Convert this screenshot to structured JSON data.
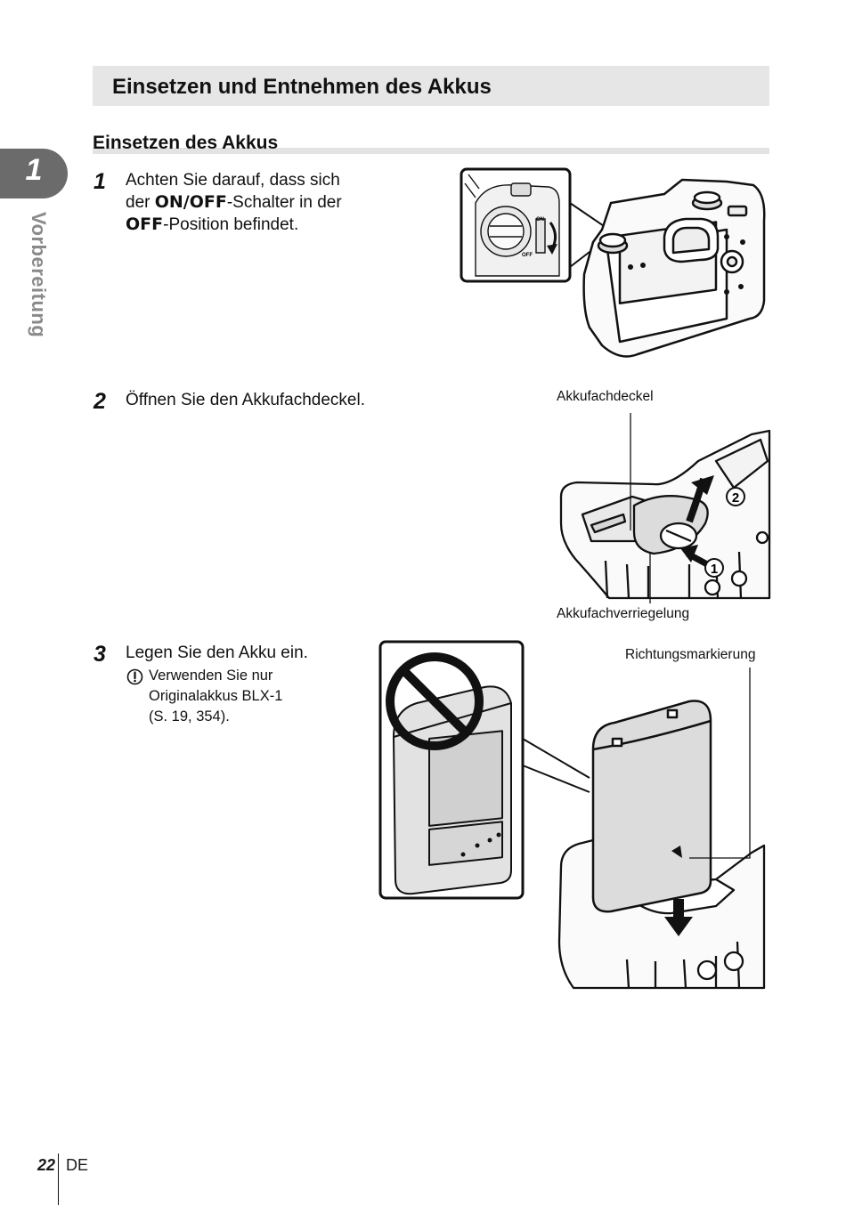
{
  "header": {
    "title": "Einsetzen und Entnehmen des Akkus"
  },
  "subsection": {
    "title": "Einsetzen des Akkus"
  },
  "chapter": {
    "number": "1",
    "label": "Vorbereitung"
  },
  "steps": [
    {
      "number": "1",
      "lines": [
        {
          "a": "Achten Sie darauf, dass sich"
        },
        {
          "a": "der ",
          "b": "ON/OFF",
          "c": "-Schalter in der"
        },
        {
          "b": "OFF",
          "c": "-Position befindet."
        }
      ],
      "illustration": {
        "switch_labels": [
          "ON",
          "OFF"
        ]
      }
    },
    {
      "number": "2",
      "lines": [
        {
          "a": "Öffnen Sie den Akkufachdeckel."
        }
      ],
      "illustration": {
        "label_top": "Akkufachdeckel",
        "label_bottom": "Akkufachverriegelung",
        "callouts": [
          "1",
          "2"
        ]
      }
    },
    {
      "number": "3",
      "lines": [
        {
          "a": "Legen Sie den Akku ein."
        }
      ],
      "note": {
        "icon": "caution-icon",
        "lines": [
          "Verwenden Sie nur",
          "Originalakkus BLX-1",
          "(S. 19, 354)."
        ]
      },
      "illustration": {
        "label": "Richtungsmarkierung"
      }
    }
  ],
  "footer": {
    "page": "22",
    "lang": "DE"
  }
}
